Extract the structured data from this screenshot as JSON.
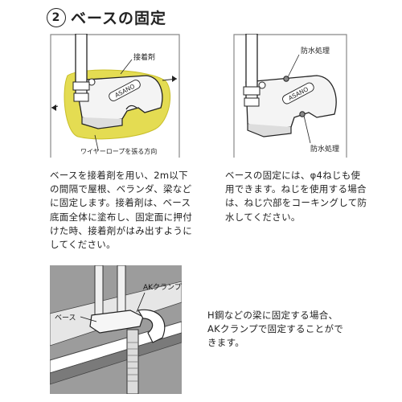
{
  "heading": {
    "number": "2",
    "title": "ベースの固定"
  },
  "figure1": {
    "label_adhesive": "接着剤",
    "label_direction": "ワイヤーロープを張る方向",
    "brand": "ASANO"
  },
  "figure2": {
    "label_waterproof_top": "防水処理",
    "label_waterproof_bottom": "防水処理",
    "brand": "ASANO"
  },
  "figure3": {
    "label_clamp": "AKクランプ",
    "label_base": "ベース"
  },
  "text1": "ベースを接着剤を用い、2m以下\nの間隔で屋根、ベランダ、梁など\nに固定します。接着剤は、ベース\n底面全体に塗布し、固定面に押付\nけた時、接着剤がはみ出すように\nしてください。",
  "text2": "ベースの固定には、φ4ねじも使\n用できます。ねじを使用する場合\nは、ねじ穴部をコーキングして防\n水してください。",
  "text3": "H鋼などの梁に固定する場合、\nAKクランプで固定することがで\nきます。",
  "colors": {
    "adhesive": "#e4dc52",
    "frame_gray": "#888888",
    "photo_bg": "#9c9c9c"
  }
}
